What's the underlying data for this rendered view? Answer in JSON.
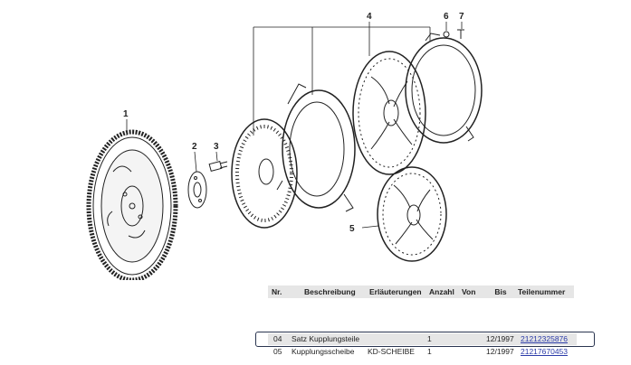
{
  "diagram": {
    "labels": [
      "1",
      "2",
      "3",
      "4",
      "5",
      "6",
      "7"
    ]
  },
  "table": {
    "headers": [
      "Nr.",
      "Beschreibung",
      "Erläuterungen",
      "Anzahl",
      "Von",
      "Bis",
      "Teilenummer"
    ],
    "rows": [
      {
        "nr": "04",
        "beschreibung": "Satz Kupplungsteile",
        "erlaeuterungen": "",
        "anzahl": "1",
        "von": "",
        "bis": "12/1997",
        "teilenummer": "21212325876",
        "selected": true
      },
      {
        "nr": "05",
        "beschreibung": "Kupplungsscheibe",
        "erlaeuterungen": "KD-SCHEIBE",
        "anzahl": "1",
        "von": "",
        "bis": "12/1997",
        "teilenummer": "21217670453",
        "selected": false
      }
    ]
  },
  "colors": {
    "highlight_border": "#2a3550",
    "link": "#2a3aa8",
    "header_bg": "#e6e6e6"
  }
}
